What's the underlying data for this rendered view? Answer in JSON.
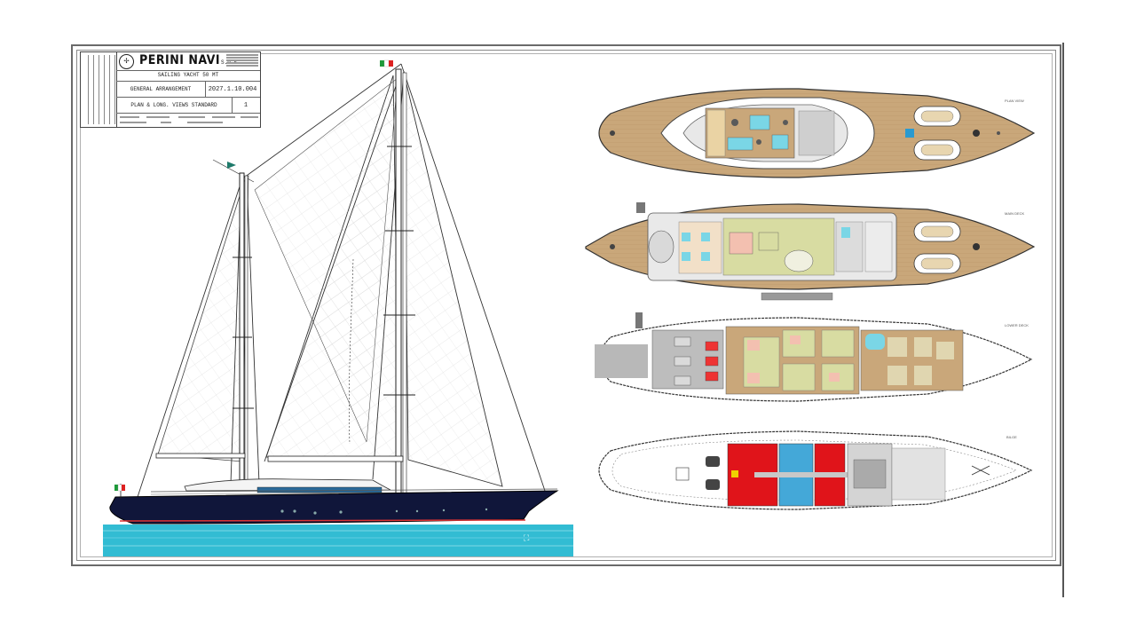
{
  "title_block": {
    "company": "PERINI NAVI",
    "company_suffix": "S.P.A.",
    "vessel": "SAILING YACHT 50 MT",
    "drawing_title": "GENERAL ARRANGEMENT",
    "drawing_number": "2027.1.10.004",
    "views": "PLAN & LONG. VIEWS STANDARD",
    "sheet": "1"
  },
  "colors": {
    "hull": "#10163a",
    "sea": "#32bcd3",
    "teak": "#c9a77a",
    "crew_red": "#e0141a",
    "crew_blue": "#44a8d8",
    "saloon": "#d8dca2"
  },
  "icons": {
    "logo": "compass-rose-icon",
    "flags": "italian-flag-icon"
  }
}
